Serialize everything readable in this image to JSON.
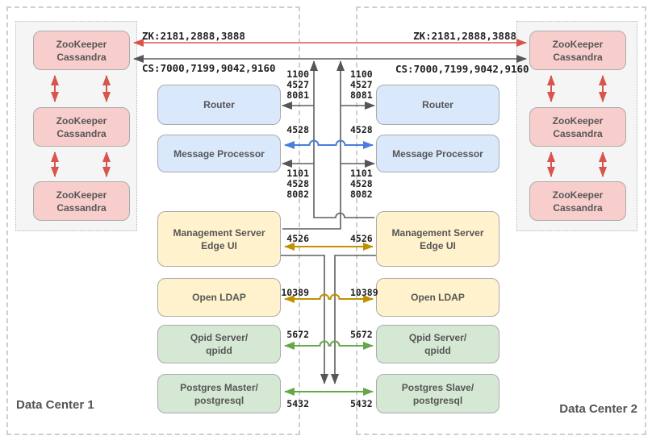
{
  "diagram": "two data centers connected component diagram",
  "colors": {
    "cassandra_fill": "#f8cecc",
    "gateway_fill": "#dae8fc",
    "management_fill": "#fff2cc",
    "datastore_fill": "#d5e8d4",
    "node_border": "#ababab",
    "arrow_red": "#d9544c",
    "arrow_dark": "#5e5e5e",
    "arrow_blue": "#4a7edb",
    "arrow_gold": "#c09100",
    "arrow_green": "#63a849"
  },
  "dc1": {
    "label": "Data Center 1",
    "cassandra": [
      [
        "ZooKeeper",
        "Cassandra"
      ],
      [
        "ZooKeeper",
        "Cassandra"
      ],
      [
        "ZooKeeper",
        "Cassandra"
      ]
    ],
    "components": {
      "router": [
        "Router"
      ],
      "message_processor": [
        "Message Processor"
      ],
      "management_server": [
        "Management Server",
        "Edge UI"
      ],
      "ldap": [
        "Open LDAP"
      ],
      "qpid": [
        "Qpid Server/",
        "qpidd"
      ],
      "postgres": [
        "Postgres Master/",
        "postgresql"
      ]
    }
  },
  "dc2": {
    "label": "Data Center 2",
    "cassandra": [
      [
        "ZooKeeper",
        "Cassandra"
      ],
      [
        "ZooKeeper",
        "Cassandra"
      ],
      [
        "ZooKeeper",
        "Cassandra"
      ]
    ],
    "components": {
      "router": [
        "Router"
      ],
      "message_processor": [
        "Message Processor"
      ],
      "management_server": [
        "Management Server",
        "Edge UI"
      ],
      "ldap": [
        "Open LDAP"
      ],
      "qpid": [
        "Qpid Server/",
        "qpidd"
      ],
      "postgres": [
        "Postgres Slave/",
        "postgresql"
      ]
    }
  },
  "links": {
    "zk_label": "ZK:2181,2888,3888",
    "cs_label": "CS:7000,7199,9042,9160",
    "router_ports": [
      "1100",
      "4527",
      "8081"
    ],
    "mp_port": "4528",
    "mp_ports": [
      "1101",
      "4528",
      "8082"
    ],
    "management_port": "4526",
    "ldap_port": "10389",
    "qpid_port": "5672",
    "postgres_port": "5432"
  }
}
